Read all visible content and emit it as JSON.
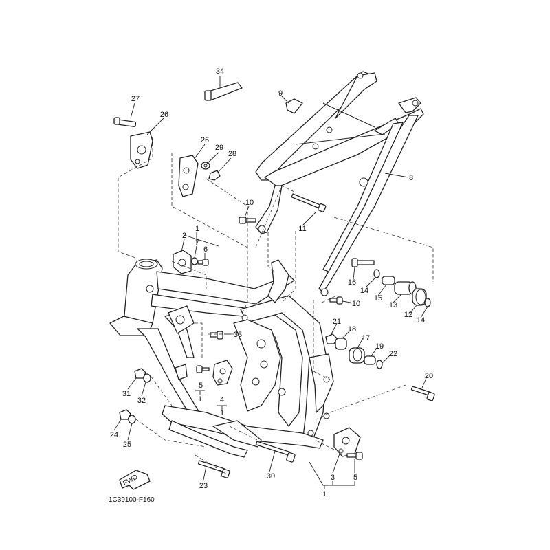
{
  "diagram": {
    "drawing_code": "1C39100-F160",
    "fwd_label": "FWD",
    "callouts": [
      "34",
      "9",
      "27",
      "26",
      "26",
      "29",
      "28",
      "8",
      "10",
      "11",
      "1",
      "2",
      "7",
      "6",
      "16",
      "14",
      "15",
      "13",
      "12",
      "14",
      "10",
      "33",
      "21",
      "18",
      "17",
      "19",
      "22",
      "20",
      "5",
      "1",
      "4",
      "1",
      "31",
      "32",
      "24",
      "25",
      "23",
      "30",
      "3",
      "5",
      "1"
    ]
  }
}
